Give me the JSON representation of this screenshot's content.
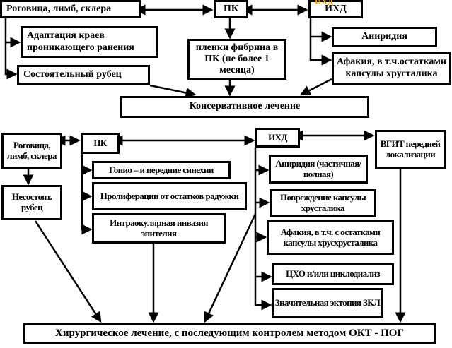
{
  "top": {
    "cornea": "Роговица, лимб, склера",
    "ac": "ПК",
    "iris_lens": "ИХД",
    "iris_lens_overlay": "ИХД",
    "adaptation": "Адаптация краев проникающего ранения",
    "sound_scar": "Состоятельный рубец",
    "fibrin": "пленки фибрина в ПК (не более 1 месяца)",
    "aniridia": "Аниридия",
    "aphakia": "Афакия, в т.ч.остатками капсулы хрусталика",
    "conservative": "Консервативное лечение"
  },
  "bottom": {
    "cornea": "Роговица, лимб, склера",
    "unsound_scar": "Несостоят. рубец",
    "ac": "ПК",
    "gonio": "Гонио – и передние синехии",
    "proliferation": "Пролиферации от остатков радужки",
    "epithelial": "Интраокулярная инвазия эпителия",
    "iris_lens": "ИХД",
    "iofb": "ВГИТ передней локализации",
    "aniridia": "Аниридия (частичная/полная)",
    "capsule": "Повреждение капсулы хрусталика",
    "aphakia": "Афакия, в т.ч. с остатками капсулы хрусхрусталика",
    "cbd": "ЦХО и/или циклодиализ",
    "ectopia": "Значительная эктопия ЗКЛ",
    "surgical": "Хирургическое лечение, с последующим контролем методом ОКТ - ПОГ"
  }
}
